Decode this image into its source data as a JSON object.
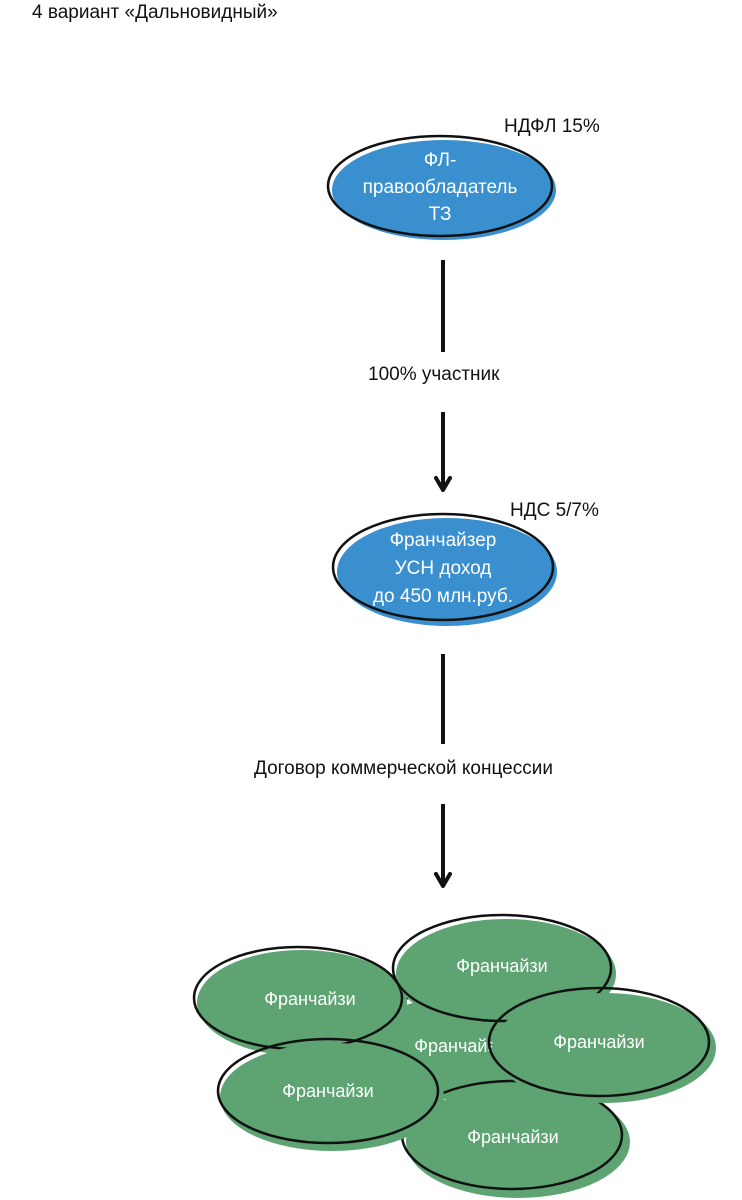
{
  "title": "4 вариант «Дальновидный»",
  "colors": {
    "node_blue": "#3a8fcf",
    "node_green": "#5ea473",
    "outline": "#111111"
  },
  "nodes": {
    "owner": {
      "lines": [
        "ФЛ-",
        "правообладатель",
        "ТЗ"
      ],
      "tax": "НДФЛ 15%"
    },
    "franchisor": {
      "lines": [
        "Франчайзер",
        "УСН доход",
        "до 450 млн.руб."
      ],
      "tax": "НДС 5/7%"
    },
    "franchisees": [
      {
        "label": "Франчайзи"
      },
      {
        "label": "Франчайзи"
      },
      {
        "label": "Франчайзи"
      },
      {
        "label": "Франчайзи"
      },
      {
        "label": "Франчайзи"
      },
      {
        "label": "Франчайзи"
      }
    ]
  },
  "edges": [
    {
      "label": "100% участник"
    },
    {
      "label": "Договор коммерческой концессии"
    }
  ]
}
